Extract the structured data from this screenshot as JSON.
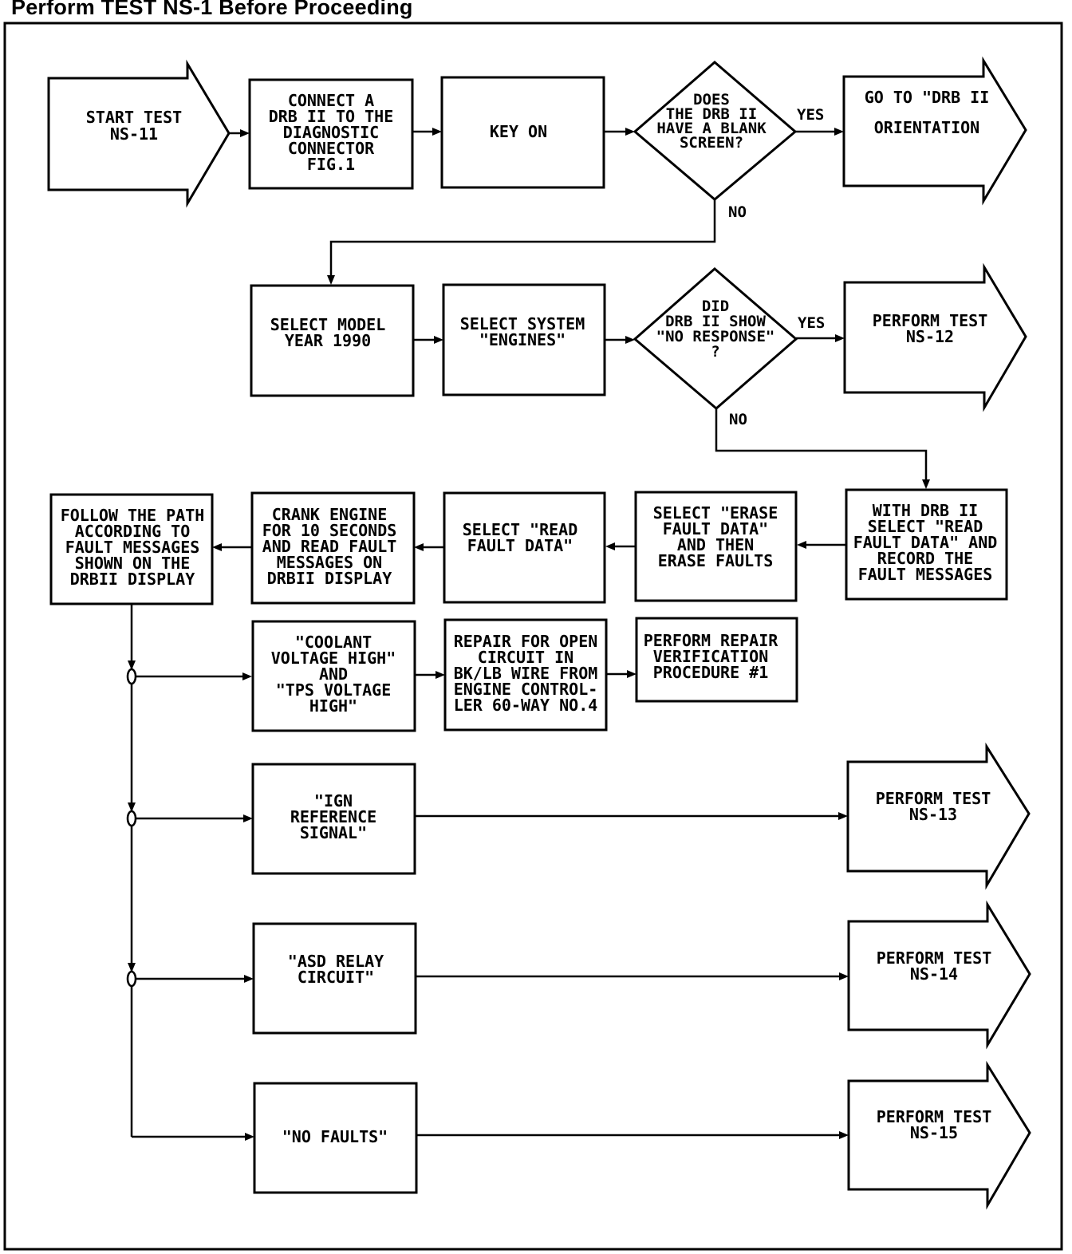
{
  "header": "Perform TEST NS-1 Before Proceeding",
  "nodes": {
    "start": [
      "START TEST",
      "NS-11"
    ],
    "connect": [
      "CONNECT A",
      "DRB II TO THE",
      "DIAGNOSTIC",
      "CONNECTOR",
      "FIG.1"
    ],
    "key_on": [
      "KEY ON"
    ],
    "blank_screen": [
      "DOES",
      "THE DRB II",
      "HAVE A BLANK",
      "SCREEN?"
    ],
    "orientation": [
      "GO TO \"DRB II",
      "ORIENTATION"
    ],
    "model_year": [
      "SELECT MODEL",
      "YEAR 1990"
    ],
    "select_system": [
      "SELECT SYSTEM",
      "\"ENGINES\""
    ],
    "no_response": [
      "DID",
      "DRB II SHOW",
      "\"NO RESPONSE\"",
      "?"
    ],
    "ns12": [
      "PERFORM TEST",
      "NS-12"
    ],
    "record_faults": [
      "WITH DRB II",
      "SELECT \"READ",
      "FAULT DATA\" AND",
      "RECORD THE",
      "FAULT MESSAGES"
    ],
    "erase_faults": [
      "SELECT \"ERASE",
      "FAULT DATA\"",
      "AND THEN",
      "ERASE FAULTS"
    ],
    "read_fault": [
      "SELECT \"READ",
      "FAULT DATA\""
    ],
    "crank": [
      "CRANK ENGINE",
      "FOR 10 SECONDS",
      "AND READ FAULT",
      "MESSAGES ON",
      "DRBII DISPLAY"
    ],
    "follow_path": [
      "FOLLOW THE PATH",
      "ACCORDING TO",
      "FAULT MESSAGES",
      "SHOWN ON THE",
      "DRBII DISPLAY"
    ],
    "coolant": [
      "\"COOLANT",
      "VOLTAGE HIGH\"",
      "AND",
      "\"TPS VOLTAGE",
      "HIGH\""
    ],
    "repair_open": [
      "REPAIR FOR OPEN",
      "CIRCUIT IN",
      "BK/LB WIRE FROM",
      "ENGINE CONTROL-",
      "LER 60-WAY NO.4"
    ],
    "verification": [
      "PERFORM REPAIR",
      "VERIFICATION",
      "PROCEDURE #1"
    ],
    "ign": [
      "\"IGN",
      "REFERENCE",
      "SIGNAL\""
    ],
    "ns13": [
      "PERFORM TEST",
      "NS-13"
    ],
    "asd": [
      "\"ASD RELAY",
      "CIRCUIT\""
    ],
    "ns14": [
      "PERFORM TEST",
      "NS-14"
    ],
    "no_faults": [
      "\"NO FAULTS\""
    ],
    "ns15": [
      "PERFORM TEST",
      "NS-15"
    ]
  },
  "edge_labels": {
    "yes": "YES",
    "no": "NO"
  }
}
